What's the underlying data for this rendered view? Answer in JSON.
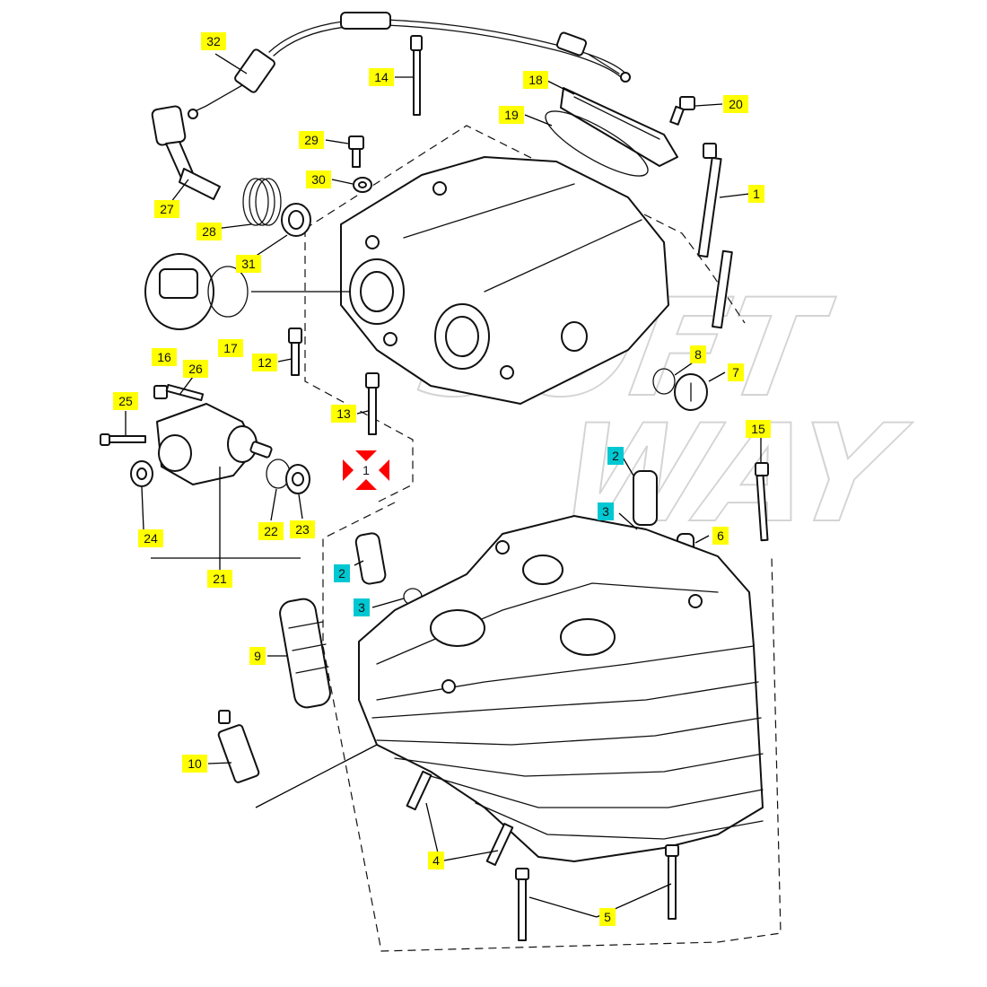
{
  "watermark": {
    "line1": "SOFT",
    "line2": "WAY"
  },
  "colors": {
    "yellow_label": "#ffff00",
    "cyan_label": "#00c8d2",
    "marker_red": "#ff0000",
    "ink": "#111111"
  },
  "callouts": [
    {
      "id": "32",
      "text": "32",
      "style": "yellow"
    },
    {
      "id": "14",
      "text": "14",
      "style": "yellow"
    },
    {
      "id": "18",
      "text": "18",
      "style": "yellow"
    },
    {
      "id": "19",
      "text": "19",
      "style": "yellow"
    },
    {
      "id": "20",
      "text": "20",
      "style": "yellow"
    },
    {
      "id": "29",
      "text": "29",
      "style": "yellow"
    },
    {
      "id": "30",
      "text": "30",
      "style": "yellow"
    },
    {
      "id": "27",
      "text": "27",
      "style": "yellow"
    },
    {
      "id": "28",
      "text": "28",
      "style": "yellow"
    },
    {
      "id": "31",
      "text": "31",
      "style": "yellow"
    },
    {
      "id": "1",
      "text": "1",
      "style": "yellow"
    },
    {
      "id": "16",
      "text": "16",
      "style": "yellow"
    },
    {
      "id": "17",
      "text": "17",
      "style": "yellow"
    },
    {
      "id": "12",
      "text": "12",
      "style": "yellow"
    },
    {
      "id": "26",
      "text": "26",
      "style": "yellow"
    },
    {
      "id": "8",
      "text": "8",
      "style": "yellow"
    },
    {
      "id": "7",
      "text": "7",
      "style": "yellow"
    },
    {
      "id": "13",
      "text": "13",
      "style": "yellow"
    },
    {
      "id": "25",
      "text": "25",
      "style": "yellow"
    },
    {
      "id": "15",
      "text": "15",
      "style": "yellow"
    },
    {
      "id": "2a",
      "text": "2",
      "style": "cyan"
    },
    {
      "id": "3a",
      "text": "3",
      "style": "cyan"
    },
    {
      "id": "6",
      "text": "6",
      "style": "yellow"
    },
    {
      "id": "24",
      "text": "24",
      "style": "yellow"
    },
    {
      "id": "22",
      "text": "22",
      "style": "yellow"
    },
    {
      "id": "23",
      "text": "23",
      "style": "yellow"
    },
    {
      "id": "21",
      "text": "21",
      "style": "yellow"
    },
    {
      "id": "2b",
      "text": "2",
      "style": "cyan"
    },
    {
      "id": "3b",
      "text": "3",
      "style": "cyan"
    },
    {
      "id": "9",
      "text": "9",
      "style": "yellow"
    },
    {
      "id": "10",
      "text": "10",
      "style": "yellow"
    },
    {
      "id": "4",
      "text": "4",
      "style": "yellow"
    },
    {
      "id": "5",
      "text": "5",
      "style": "yellow"
    }
  ],
  "center_marker": {
    "text": "1"
  }
}
